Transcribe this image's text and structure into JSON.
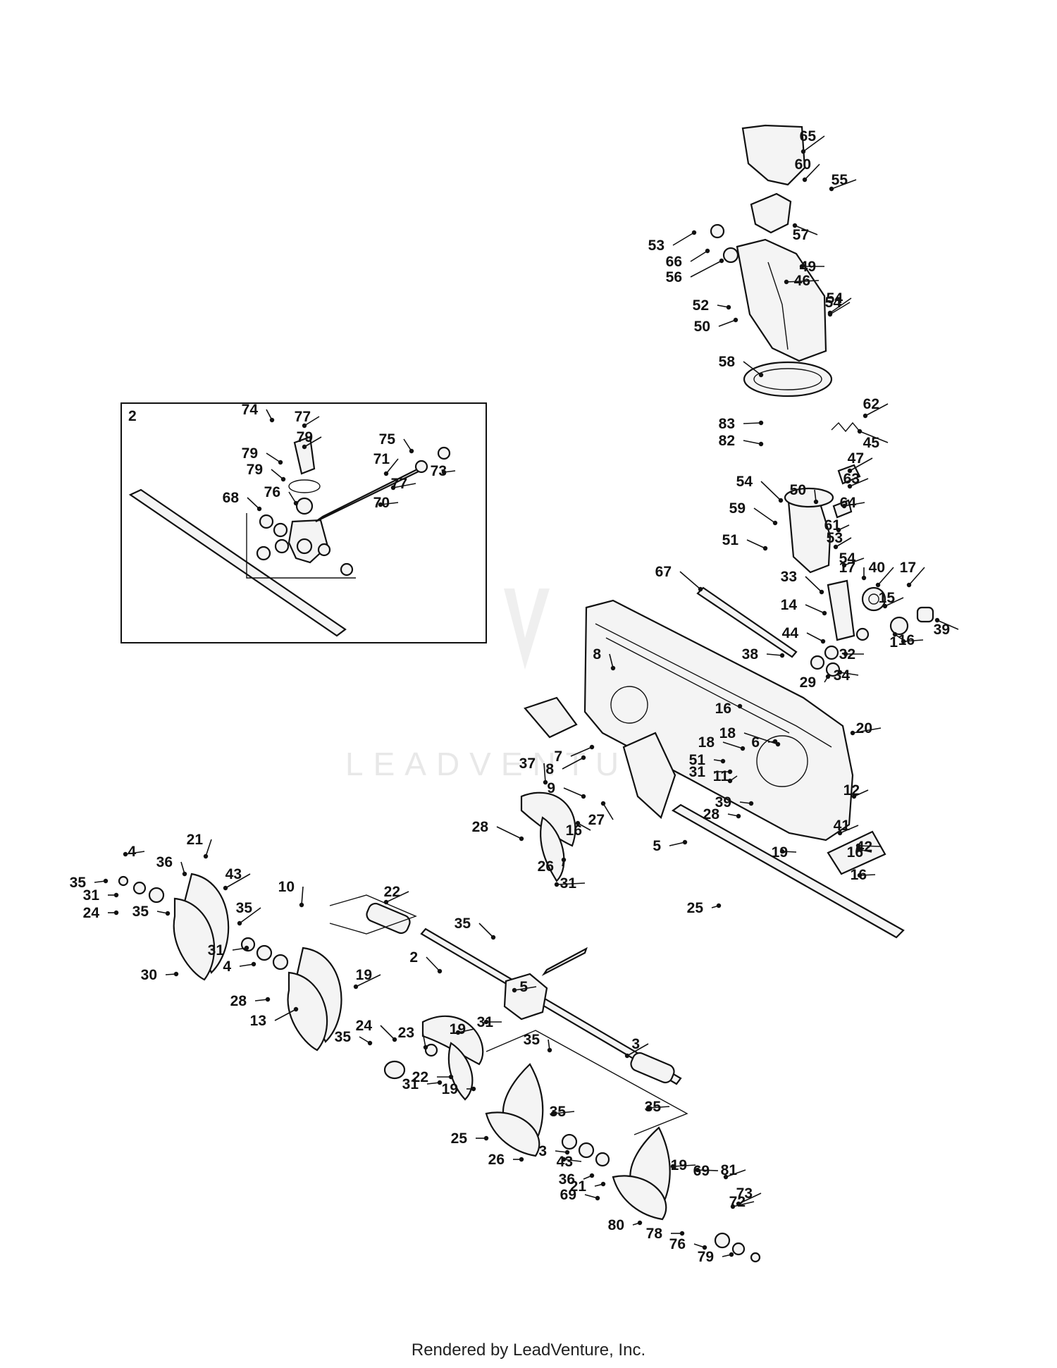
{
  "diagram": {
    "inset_label": "2",
    "watermark": "LEADVENTURE",
    "footer": "Rendered by LeadVenture, Inc.",
    "part_numbers": [
      "65",
      "60",
      "55",
      "57",
      "53",
      "66",
      "49",
      "56",
      "46",
      "52",
      "54",
      "50",
      "54",
      "58",
      "62",
      "83",
      "45",
      "82",
      "47",
      "54",
      "63",
      "50",
      "59",
      "64",
      "61",
      "51",
      "53",
      "54",
      "17",
      "40",
      "17",
      "33",
      "67",
      "15",
      "14",
      "39",
      "44",
      "16",
      "1",
      "32",
      "38",
      "34",
      "29",
      "8",
      "16",
      "18",
      "18",
      "6",
      "20",
      "7",
      "8",
      "51",
      "31",
      "37",
      "9",
      "11",
      "12",
      "39",
      "28",
      "27",
      "16",
      "41",
      "28",
      "42",
      "16",
      "5",
      "19",
      "16",
      "26",
      "31",
      "25",
      "4",
      "21",
      "36",
      "43",
      "35",
      "31",
      "24",
      "35",
      "10",
      "22",
      "35",
      "35",
      "31",
      "19",
      "4",
      "2",
      "30",
      "28",
      "13",
      "5",
      "23",
      "31",
      "24",
      "19",
      "35",
      "35",
      "31",
      "3",
      "22",
      "19",
      "35",
      "35",
      "25",
      "3",
      "26",
      "19",
      "43",
      "36",
      "21",
      "69",
      "81",
      "69",
      "73",
      "80",
      "72",
      "78",
      "76",
      "79",
      "74",
      "77",
      "79",
      "75",
      "79",
      "71",
      "79",
      "73",
      "77",
      "76",
      "68",
      "70"
    ]
  }
}
